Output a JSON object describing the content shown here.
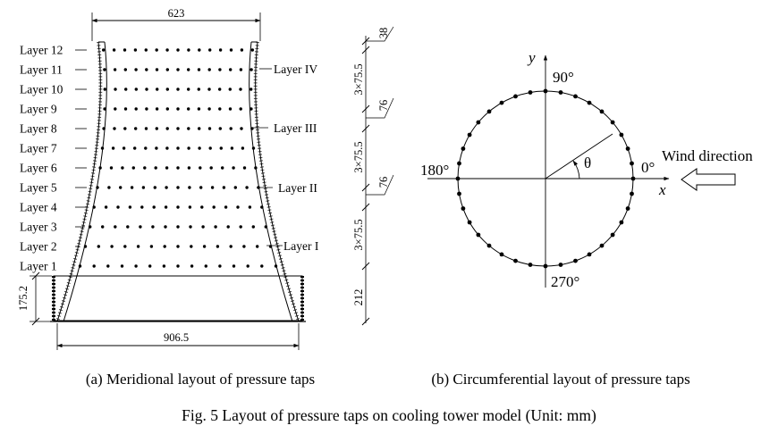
{
  "panel_a": {
    "top_width": "623",
    "bottom_width": "906.5",
    "base_height": "175.2",
    "layers": [
      "Layer 12",
      "Layer 11",
      "Layer 10",
      "Layer 9",
      "Layer 8",
      "Layer 7",
      "Layer 6",
      "Layer 5",
      "Layer 4",
      "Layer 3",
      "Layer 2",
      "Layer 1"
    ],
    "group_labels": [
      "Layer IV",
      "Layer III",
      "Layer II",
      "Layer I"
    ],
    "vertical_dims": [
      "38",
      "3×75.5",
      "76",
      "3×75.5",
      "76",
      "3×75.5",
      "212"
    ],
    "caption": "(a) Meridional layout of pressure taps"
  },
  "panel_b": {
    "axis_y": "y",
    "axis_x": "x",
    "angle_90": "90°",
    "angle_180": "180°",
    "angle_0": "0°",
    "angle_270": "270°",
    "theta": "θ",
    "wind": "Wind direction",
    "tap_count": 36,
    "caption": "(b) Circumferential layout of pressure taps"
  },
  "figure_caption": "Fig. 5 Layout of pressure taps on cooling tower model (Unit: mm)"
}
